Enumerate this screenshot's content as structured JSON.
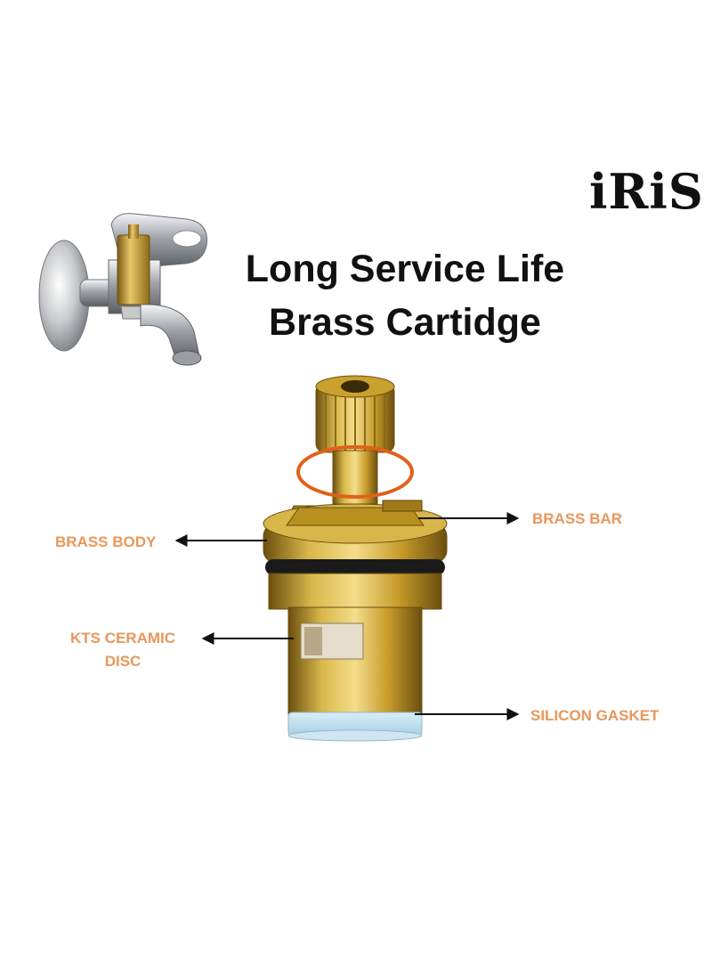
{
  "brand": {
    "logo_text": "iRiS"
  },
  "headline": {
    "line1": "Long Service Life",
    "line2": "Brass Cartidge"
  },
  "labels": {
    "brass_body": "BRASS BODY",
    "brass_bar": "BRASS BAR",
    "kts_line1": "KTS CERAMIC",
    "kts_line2": "DISC",
    "silicon_gasket": "SILICON GASKET"
  },
  "colors": {
    "label": "#E9975A",
    "text": "#111111",
    "brass": "#C9A227"
  }
}
